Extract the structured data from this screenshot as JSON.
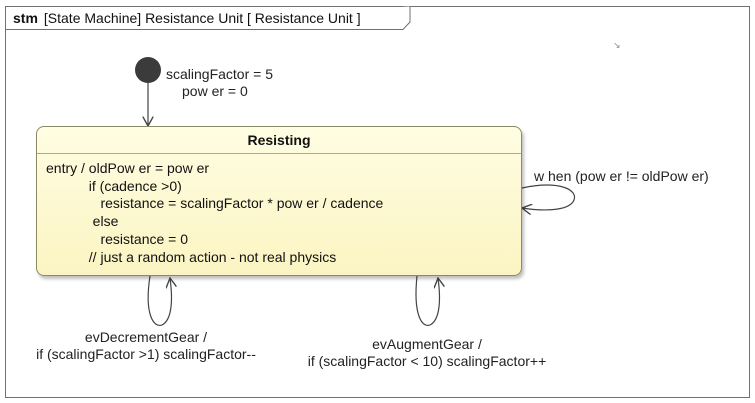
{
  "diagram": {
    "kind": "stm",
    "header": "[State Machine] Resistance Unit [ Resistance Unit ]"
  },
  "initial_transition": {
    "line1": "scalingFactor = 5",
    "line2": "pow er = 0"
  },
  "state": {
    "name": "Resisting",
    "behavior": [
      "entry / oldPow er = pow er",
      "           if (cadence >0)",
      "              resistance = scalingFactor * pow er / cadence",
      "            else",
      "              resistance = 0",
      "           // just a random action - not real physics"
    ]
  },
  "transitions": {
    "self_when": "w hen (pow er != oldPow er)",
    "decrement": {
      "line1": "evDecrementGear /",
      "line2": "if (scalingFactor >1) scalingFactor--"
    },
    "augment": {
      "line1": "evAugmentGear /",
      "line2": "if (scalingFactor < 10) scalingFactor++"
    }
  },
  "colors": {
    "state_fill": "#fbf4c2",
    "state_border": "#8a8a66",
    "initial_node": "#3b3b3b",
    "edge": "#444444"
  }
}
